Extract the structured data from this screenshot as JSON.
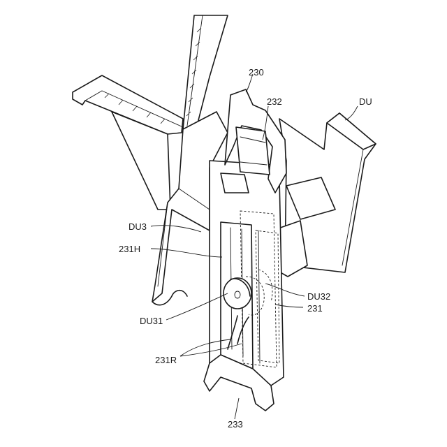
{
  "labels": {
    "l230": "230",
    "l232": "232",
    "lDU": "DU",
    "lDU3": "DU3",
    "l231H": "231H",
    "lDU32": "DU32",
    "lDU31": "DU31",
    "l231": "231",
    "l231R": "231R",
    "l233": "233"
  },
  "colors": {
    "line": "#1a1a1a",
    "background": "#ffffff"
  }
}
